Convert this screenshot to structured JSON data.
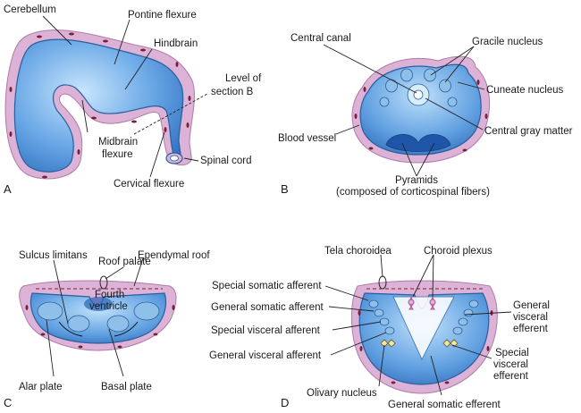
{
  "panels": {
    "A": {
      "letter": "A",
      "labels": {
        "cerebellum": "Cerebellum",
        "pontine_flexure": "Pontine flexure",
        "hindbrain": "Hindbrain",
        "level_line1": "Level of",
        "level_line2": "section B",
        "midbrain_line1": "Midbrain",
        "midbrain_line2": "flexure",
        "spinal_cord": "Spinal cord",
        "cervical_flexure": "Cervical flexure"
      }
    },
    "B": {
      "letter": "B",
      "labels": {
        "central_canal": "Central canal",
        "gracile_nucleus": "Gracile nucleus",
        "cuneate_nucleus": "Cuneate nucleus",
        "blood_vessel": "Blood vessel",
        "central_gray_matter": "Central gray matter",
        "pyramids_line1": "Pyramids",
        "pyramids_line2": "(composed of corticospinal fibers)"
      }
    },
    "C": {
      "letter": "C",
      "labels": {
        "roof_palate": "Roof palate",
        "sulcus_limitans": "Sulcus limitans",
        "ependymal_roof": "Ependymal roof",
        "fourth_line1": "Fourth",
        "fourth_line2": "ventricle",
        "alar_plate": "Alar plate",
        "basal_plate": "Basal plate"
      }
    },
    "D": {
      "letter": "D",
      "labels": {
        "tela_choroidea": "Tela choroidea",
        "choroid_plexus": "Choroid plexus",
        "special_somatic_afferent": "Special somatic afferent",
        "general_somatic_afferent": "General somatic afferent",
        "special_visceral_afferent": "Special visceral afferent",
        "general_visceral_afferent": "General visceral afferent",
        "general_visceral_line1": "General",
        "general_visceral_line2": "visceral",
        "general_visceral_line3": "efferent",
        "special_visceral_line1": "Special",
        "special_visceral_line2": "visceral",
        "special_visceral_line3": "efferent",
        "olivary_nucleus": "Olivary nucleus",
        "general_somatic_efferent": "General somatic efferent"
      }
    }
  },
  "colors": {
    "tissue_light": "#bfe0fb",
    "tissue_mid": "#6aa8e6",
    "tissue_dark": "#2f6fc0",
    "membrane": "#dcb3d6",
    "nucleus_dot": "#7a1f3a"
  }
}
